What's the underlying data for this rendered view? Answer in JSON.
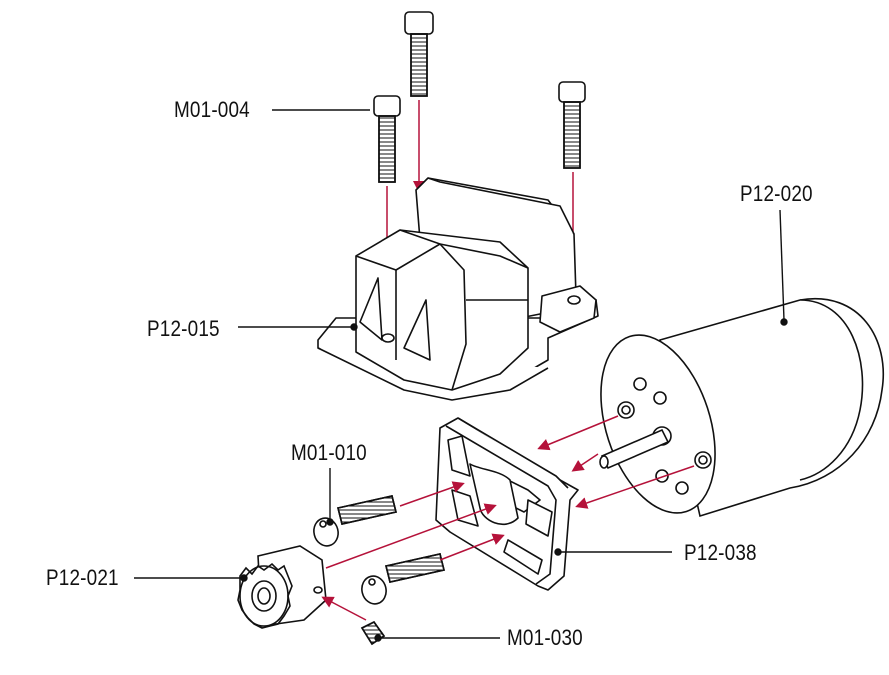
{
  "diagram": {
    "callouts": [
      {
        "id": "M01-004",
        "text": "M01-004"
      },
      {
        "id": "P12-020",
        "text": "P12-020"
      },
      {
        "id": "P12-015",
        "text": "P12-015"
      },
      {
        "id": "M01-010",
        "text": "M01-010"
      },
      {
        "id": "P12-038",
        "text": "P12-038"
      },
      {
        "id": "P12-021",
        "text": "P12-021"
      },
      {
        "id": "M01-030",
        "text": "M01-030"
      }
    ],
    "colors": {
      "line": "#111111",
      "arrow": "#b5123a",
      "fill": "#ffffff"
    }
  }
}
